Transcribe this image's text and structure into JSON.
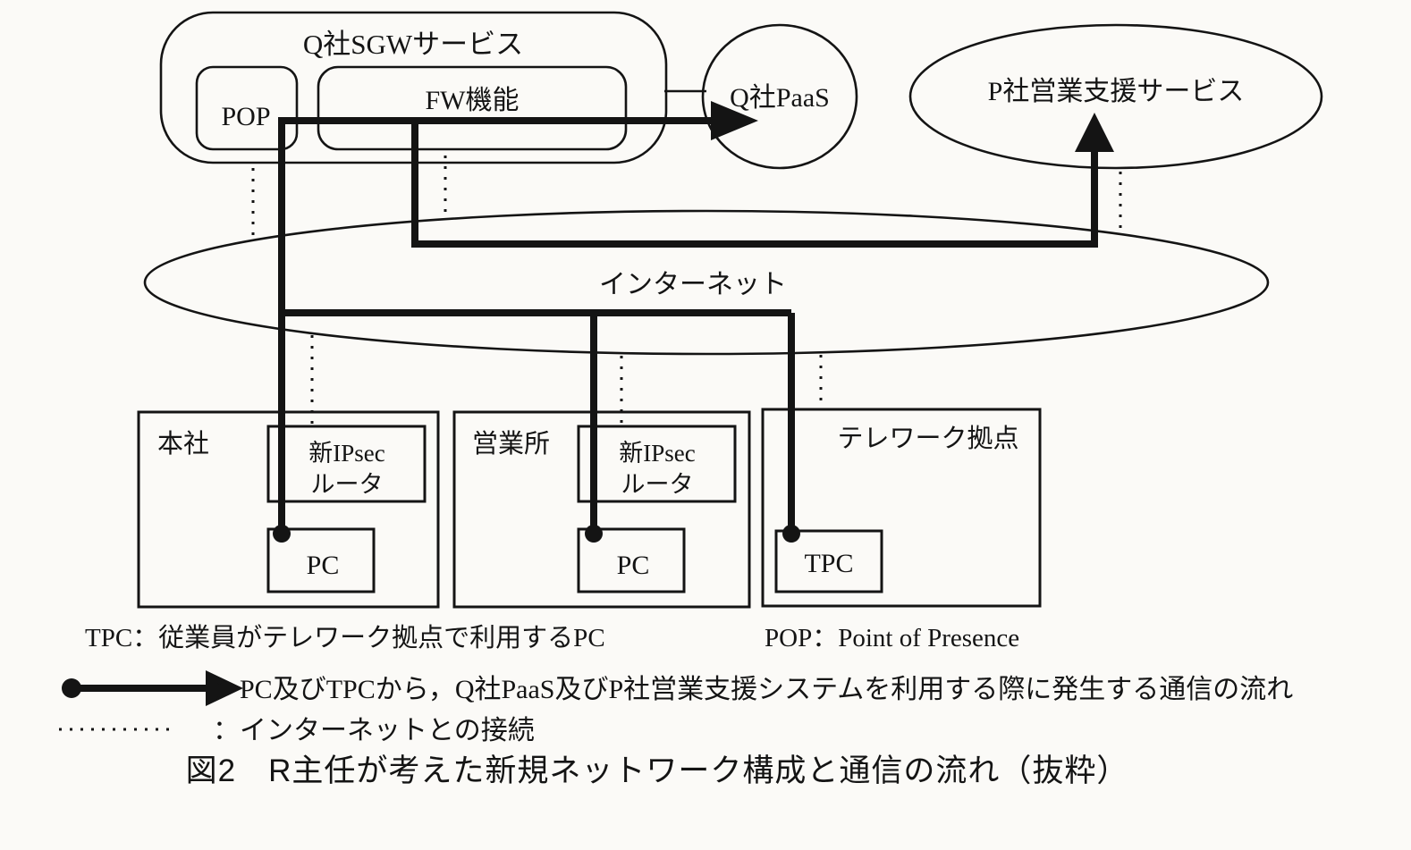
{
  "diagram": {
    "sgw": {
      "label": "Q社SGWサービス",
      "pop_label": "POP",
      "fw_label": "FW機能"
    },
    "qpaas": {
      "label": "Q社PaaS"
    },
    "p_service": {
      "label": "P社営業支援サービス"
    },
    "internet": {
      "label": "インターネット"
    },
    "sites": [
      {
        "name": "本社",
        "router_line1": "新IPsec",
        "router_line2": "ルータ",
        "device": "PC"
      },
      {
        "name": "営業所",
        "router_line1": "新IPsec",
        "router_line2": "ルータ",
        "device": "PC"
      },
      {
        "name": "テレワーク拠点",
        "device": "TPC"
      }
    ]
  },
  "legend": {
    "tpc_def": "TPC：従業員がテレワーク拠点で利用するPC",
    "pop_def": "POP：Point of Presence",
    "flow_def": "：PC及びTPCから，Q社PaaS及びP社営業支援システムを利用する際に発生する通信の流れ",
    "dotted_def": "：インターネットとの接続"
  },
  "caption": "図2　R主任が考えた新規ネットワーク構成と通信の流れ（抜粋）",
  "colors": {
    "line": "#141414",
    "bg": "#fbfaf7"
  }
}
